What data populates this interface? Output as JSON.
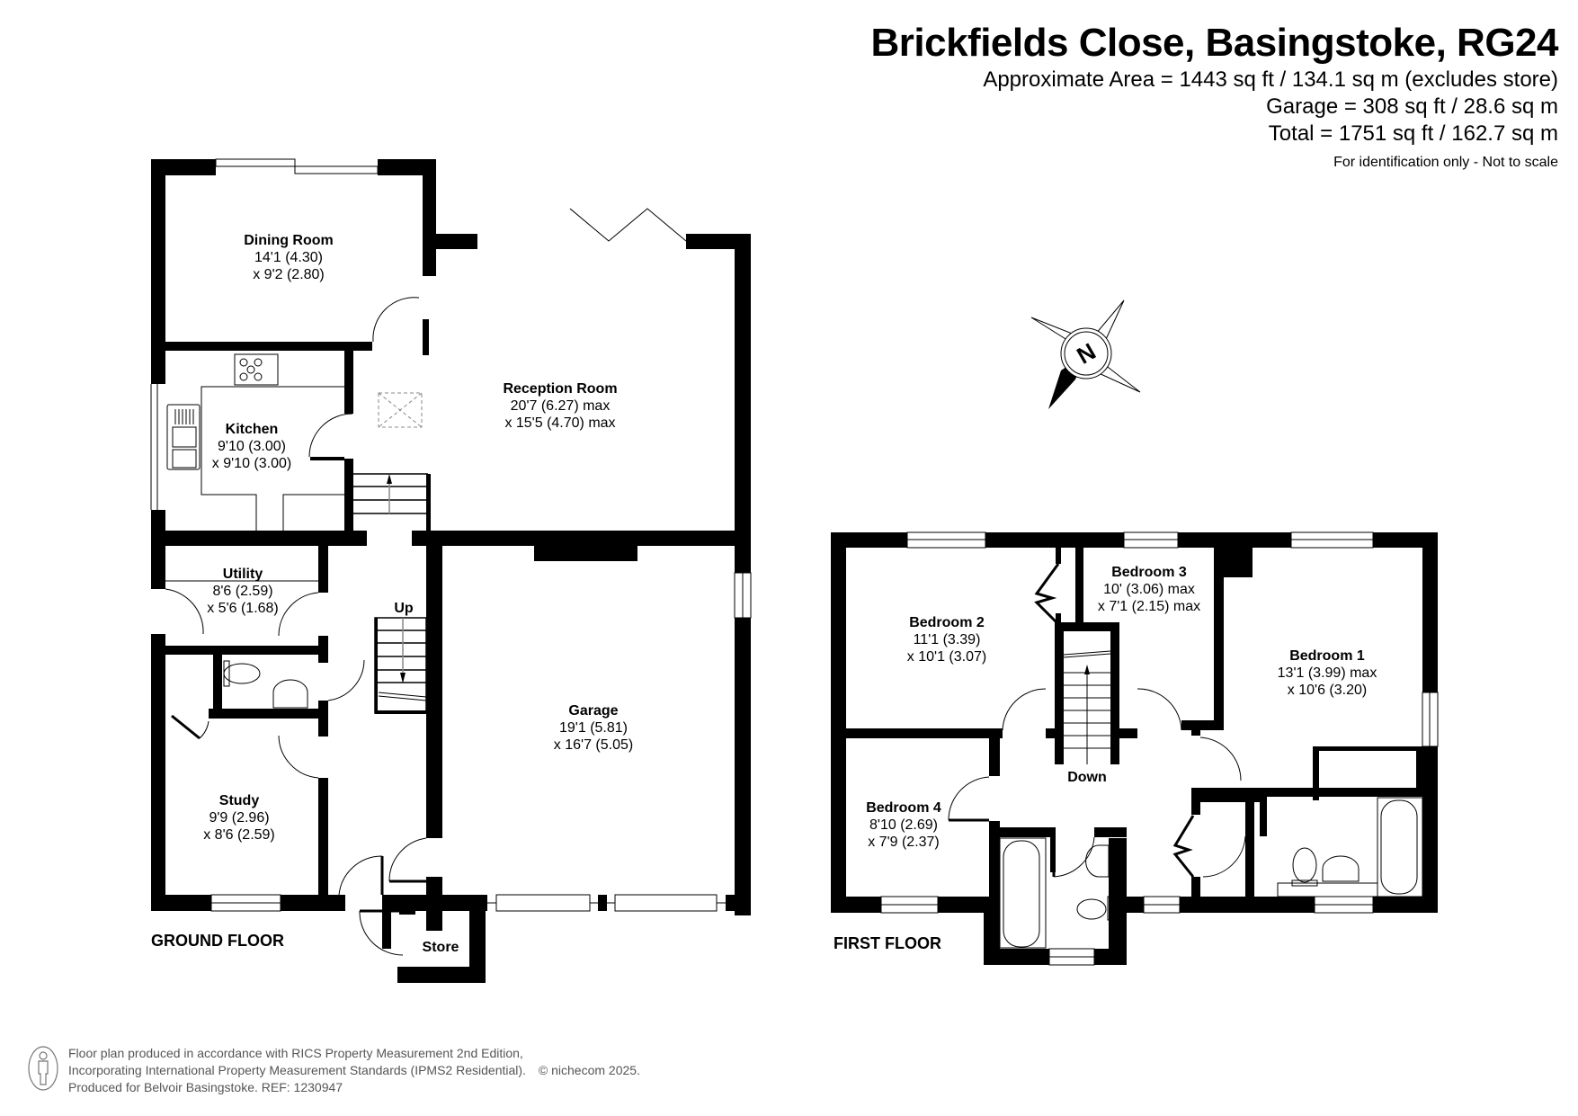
{
  "header": {
    "title": "Brickfields Close, Basingstoke, RG24",
    "area_lines": [
      "Approximate Area = 1443 sq ft / 134.1 sq m (excludes store)",
      "Garage = 308 sq ft / 28.6 sq m",
      "Total = 1751 sq ft / 162.7 sq m"
    ],
    "disclaimer": "For identification only - Not to scale"
  },
  "compass": {
    "label": "N",
    "icon": "compass-rose-icon"
  },
  "ground_floor": {
    "label": "GROUND FLOOR",
    "rooms": {
      "dining": {
        "name": "Dining Room",
        "dim1": "14'1 (4.30)",
        "dim2": "x 9'2 (2.80)"
      },
      "reception": {
        "name": "Reception Room",
        "dim1": "20'7 (6.27) max",
        "dim2": "x 15'5 (4.70) max"
      },
      "kitchen": {
        "name": "Kitchen",
        "dim1": "9'10 (3.00)",
        "dim2": "x 9'10 (3.00)"
      },
      "utility": {
        "name": "Utility",
        "dim1": "8'6 (2.59)",
        "dim2": "x 5'6 (1.68)"
      },
      "garage": {
        "name": "Garage",
        "dim1": "19'1 (5.81)",
        "dim2": "x 16'7 (5.05)"
      },
      "study": {
        "name": "Study",
        "dim1": "9'9 (2.96)",
        "dim2": "x 8'6 (2.59)"
      },
      "store": {
        "name": "Store"
      }
    },
    "stairs_label": "Up"
  },
  "first_floor": {
    "label": "FIRST FLOOR",
    "rooms": {
      "bedroom2": {
        "name": "Bedroom 2",
        "dim1": "11'1 (3.39)",
        "dim2": "x 10'1 (3.07)"
      },
      "bedroom3": {
        "name": "Bedroom 3",
        "dim1": "10' (3.06) max",
        "dim2": "x 7'1 (2.15) max"
      },
      "bedroom1": {
        "name": "Bedroom 1",
        "dim1": "13'1 (3.99) max",
        "dim2": "x 10'6 (3.20)"
      },
      "bedroom4": {
        "name": "Bedroom 4",
        "dim1": "8'10 (2.69)",
        "dim2": "x 7'9 (2.37)"
      }
    },
    "stairs_label": "Down"
  },
  "footer": {
    "lines": [
      "Floor plan produced in accordance with RICS Property Measurement 2nd Edition,",
      "Incorporating International Property Measurement Standards (IPMS2 Residential).",
      "Produced for Belvoir Basingstoke.   REF: 1230947"
    ],
    "copyright": "© nichecom 2025."
  },
  "colors": {
    "wall": "#000000",
    "background": "#ffffff",
    "footer_text": "#555555",
    "dashed": "#888888"
  }
}
